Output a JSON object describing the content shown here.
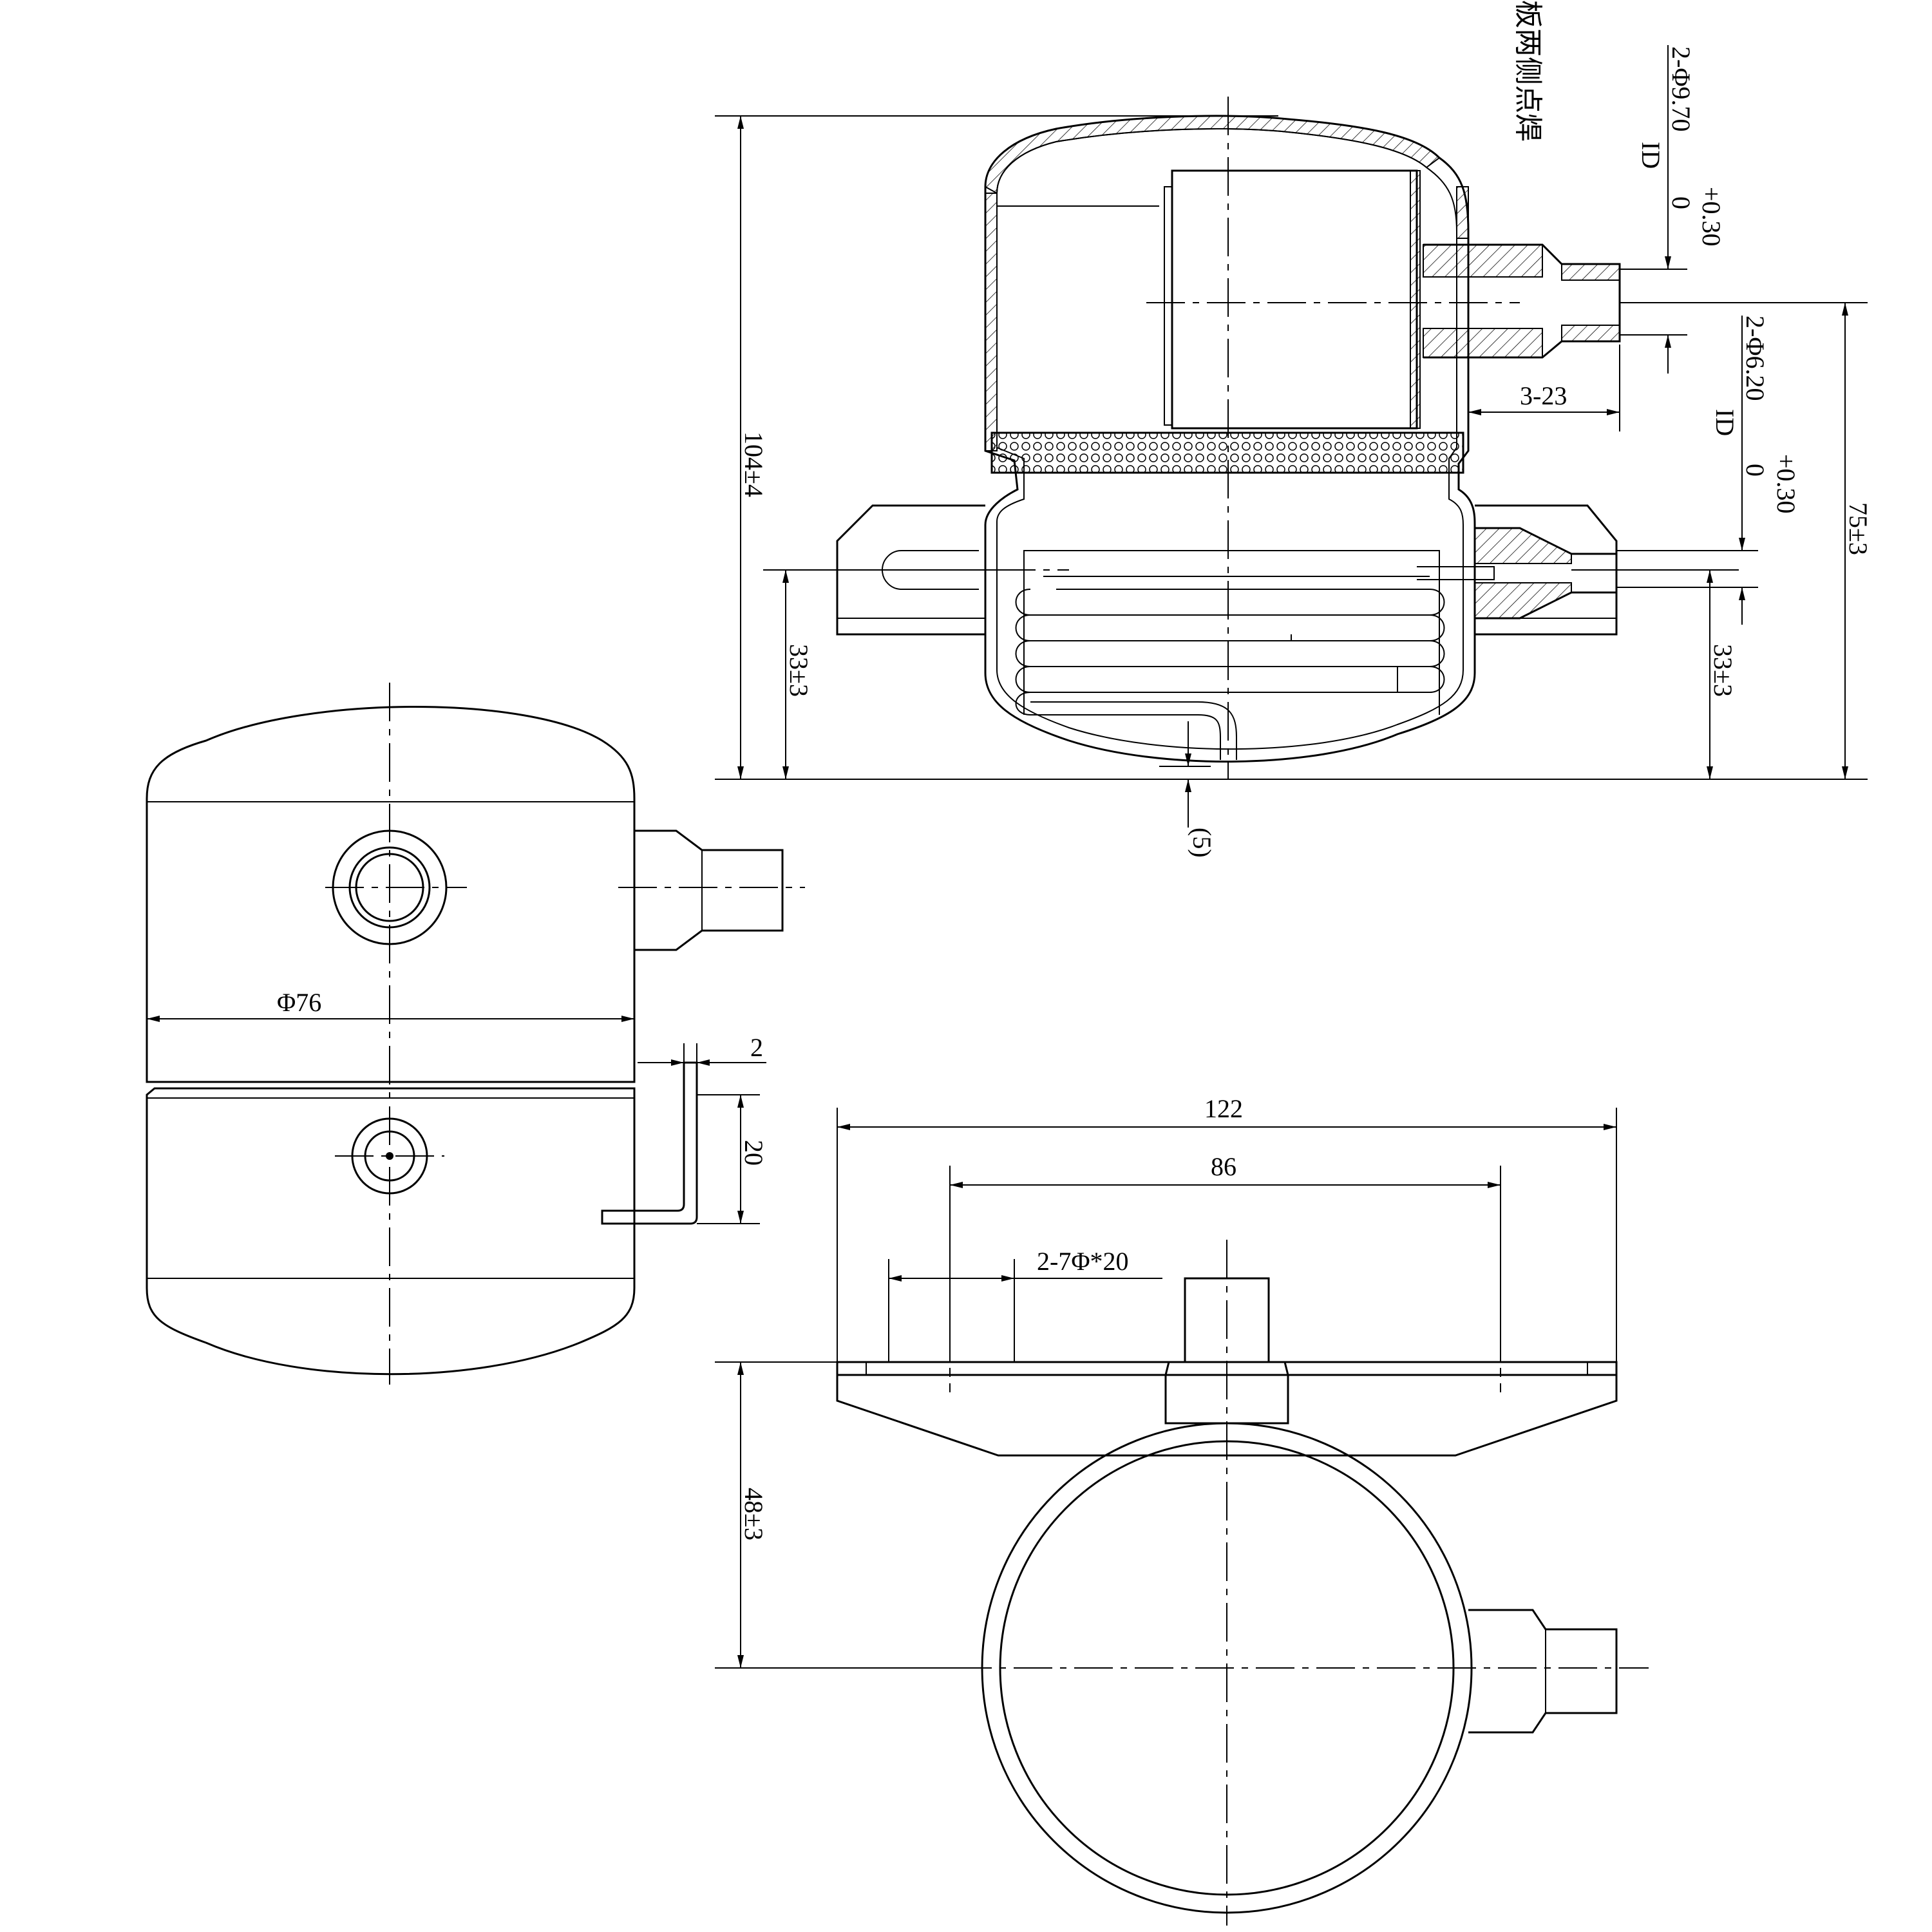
{
  "note_cn": "板两侧点焊",
  "dims": {
    "overall_height": "104±4",
    "inlet_dia": "2-Φ9.70",
    "inlet_id": "ID",
    "inlet_tol_upper": "+0.30",
    "inlet_tol_lower": "0",
    "outlet_dia": "2-Φ6.20",
    "outlet_id": "ID",
    "outlet_tol_upper": "+0.30",
    "outlet_tol_lower": "0",
    "port_length": "3-23",
    "inlet_height": "75±3",
    "bracket_height_left": "33±3",
    "bracket_height_right": "33±3",
    "bottom_gap": "(5)",
    "body_diameter": "Φ76",
    "plate_thickness": "2",
    "bracket_offset": "20",
    "plate_length": "122",
    "hole_spacing": "86",
    "slot_spec": "2-7Φ*20",
    "axis_to_plate": "48±3"
  }
}
